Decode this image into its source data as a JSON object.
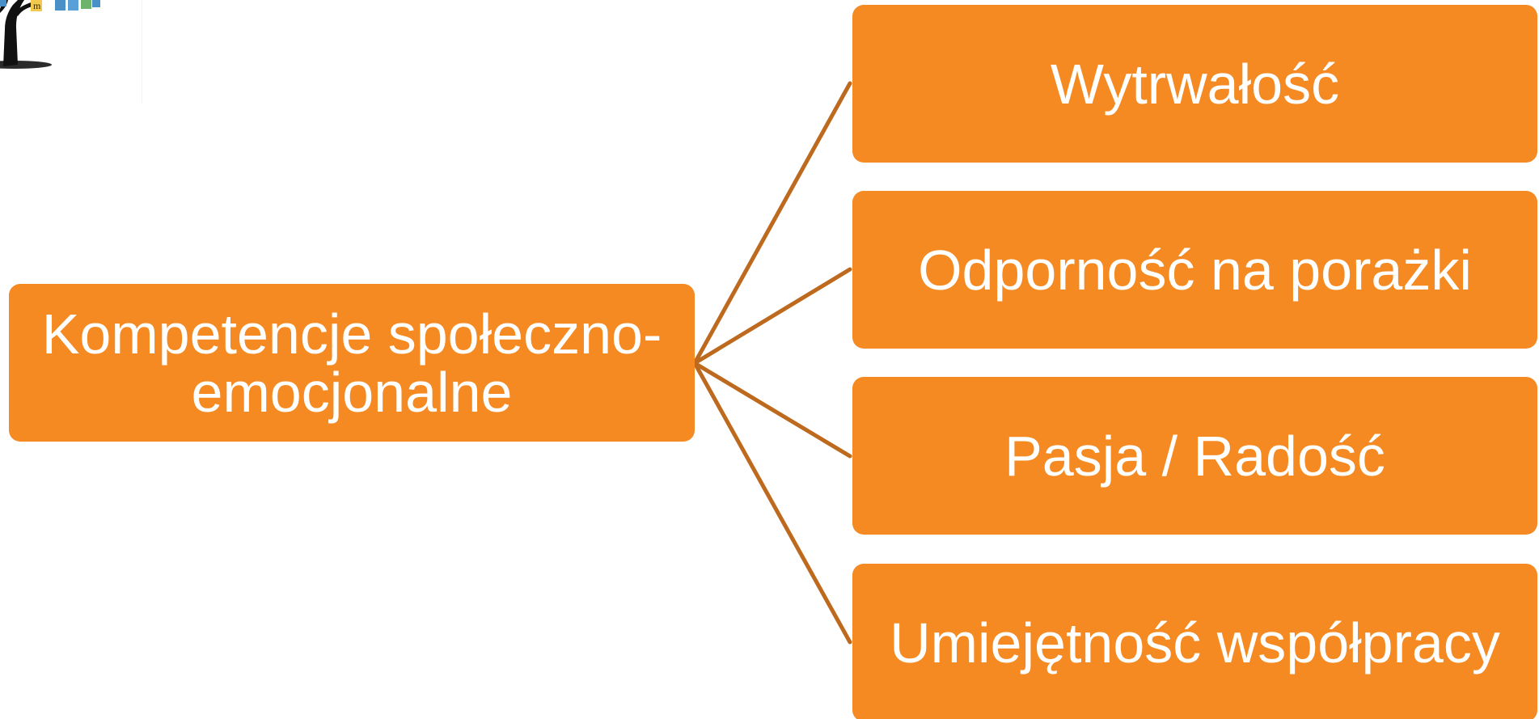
{
  "colors": {
    "node_fill": "#F48A21",
    "connector": "#BE6A1E",
    "text": "#FFFFFF"
  },
  "diagram": {
    "root": {
      "label": "Kompetencje społeczno-\nemocjonalne"
    },
    "children": [
      {
        "label": "Wytrwałość"
      },
      {
        "label": "Odporność na porażki"
      },
      {
        "label": "Pasja / Radość"
      },
      {
        "label": "Umiejętność współpracy"
      }
    ]
  },
  "logo": {
    "icon": "tree-with-letters-icon"
  }
}
